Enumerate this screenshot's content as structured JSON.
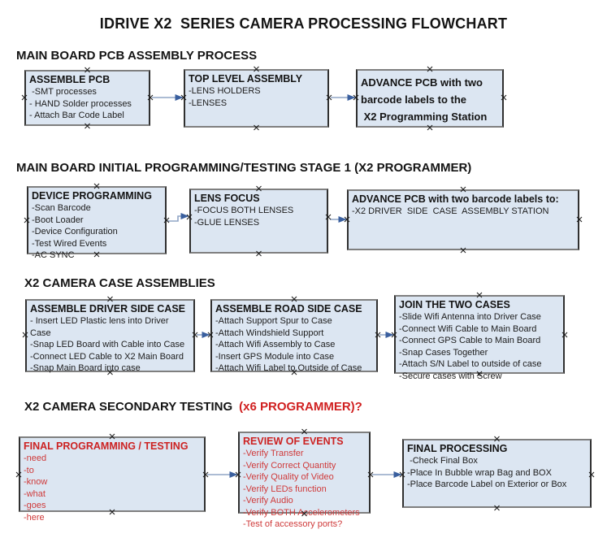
{
  "title": "IDRIVE X2  SERIES CAMERA PROCESSING FLOWCHART",
  "colors": {
    "box_fill": "#dce6f2",
    "box_border_dark": "#303030",
    "box_border_gray": "#7f7f7f",
    "red_text": "#cc2222",
    "arrow_line": "#90a5c6",
    "arrow_head": "#3a5f9e"
  },
  "sections": [
    {
      "header": "MAIN BOARD PCB ASSEMBLY PROCESS",
      "boxes": [
        {
          "heading": "ASSEMBLE PCB",
          "items": [
            " -SMT processes",
            "- HAND Solder processes",
            "- Attach Bar Code Label"
          ]
        },
        {
          "heading": "TOP LEVEL ASSEMBLY",
          "items": [
            "-LENS HOLDERS",
            "-LENSES"
          ]
        },
        {
          "heading": "",
          "items": [
            "ADVANCE PCB with two",
            "barcode labels to the",
            " X2 Programming Station"
          ]
        }
      ]
    },
    {
      "header": "MAIN BOARD INITIAL PROGRAMMING/TESTING STAGE 1 (X2 PROGRAMMER)",
      "boxes": [
        {
          "heading": "DEVICE PROGRAMMING",
          "items": [
            "-Scan Barcode",
            "-Boot Loader",
            "-Device Configuration",
            "-Test Wired Events",
            "-AC SYNC"
          ]
        },
        {
          "heading": "LENS FOCUS",
          "items": [
            "-FOCUS BOTH LENSES",
            "-GLUE LENSES"
          ]
        },
        {
          "heading": "ADVANCE PCB with two barcode labels to:",
          "items": [
            "-X2 DRIVER  SIDE  CASE  ASSEMBLY STATION"
          ]
        }
      ]
    },
    {
      "header": "X2 CAMERA CASE ASSEMBLIES",
      "boxes": [
        {
          "heading": "ASSEMBLE DRIVER SIDE CASE",
          "items": [
            "- Insert LED Plastic lens into Driver Case",
            "-Snap LED Board with Cable into Case",
            "-Connect LED Cable to X2 Main Board",
            "-Snap Main Board into case"
          ]
        },
        {
          "heading": "ASSEMBLE ROAD SIDE CASE",
          "items": [
            "-Attach Support Spur to Case",
            "-Attach Windshield Support",
            "-Attach Wifi Assembly to Case",
            "-Insert GPS Module into Case",
            "-Attach Wifi Label to Outside of Case"
          ]
        },
        {
          "heading": "JOIN THE TWO CASES",
          "items": [
            "-Slide Wifi Antenna into Driver Case",
            "-Connect Wifi Cable to Main Board",
            "-Connect GPS Cable to Main Board",
            "-Snap Cases Together",
            "-Attach S/N Label to outside of case",
            "-Secure cases with Screw"
          ]
        }
      ]
    },
    {
      "header": "X2 CAMERA SECONDARY TESTING",
      "header_red": "(x6 PROGRAMMER)?",
      "boxes": [
        {
          "heading": "FINAL PROGRAMMING / TESTING",
          "items": [
            "-need",
            "-to",
            "-know",
            "-what",
            "-goes",
            "-here"
          ]
        },
        {
          "heading": "REVIEW OF EVENTS",
          "items": [
            "-Verify Transfer",
            "-Verify Correct Quantity",
            "-Verify Quality of Video",
            "-Verify LEDs function",
            "-Verify Audio",
            "-Verify BOTH Accelerometers",
            "-Test of accessory ports?"
          ]
        },
        {
          "heading": "FINAL PROCESSING",
          "items": [
            " -Check Final Box",
            "-Place In Bubble wrap Bag and BOX",
            "-Place Barcode Label on Exterior or Box"
          ]
        }
      ]
    }
  ]
}
